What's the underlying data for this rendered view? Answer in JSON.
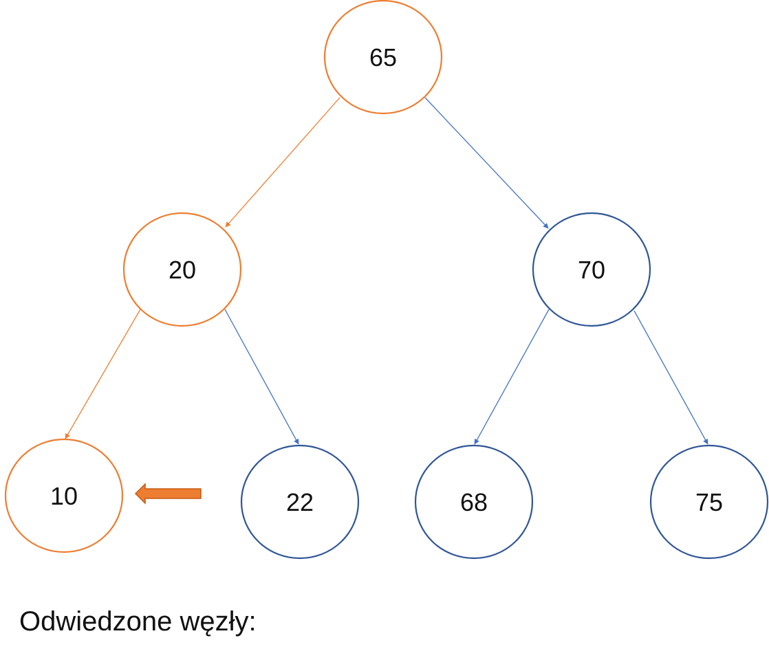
{
  "diagram": {
    "type": "binary-tree",
    "nodes": [
      {
        "id": "n65",
        "label": "65",
        "state": "visited"
      },
      {
        "id": "n20",
        "label": "20",
        "state": "visited"
      },
      {
        "id": "n70",
        "label": "70",
        "state": "unvisited"
      },
      {
        "id": "n10",
        "label": "10",
        "state": "visited"
      },
      {
        "id": "n22",
        "label": "22",
        "state": "unvisited"
      },
      {
        "id": "n68",
        "label": "68",
        "state": "unvisited"
      },
      {
        "id": "n75",
        "label": "75",
        "state": "unvisited"
      }
    ],
    "edges": [
      {
        "from": "n65",
        "to": "n20",
        "state": "visited"
      },
      {
        "from": "n65",
        "to": "n70",
        "state": "unvisited"
      },
      {
        "from": "n20",
        "to": "n10",
        "state": "visited"
      },
      {
        "from": "n20",
        "to": "n22",
        "state": "unvisited"
      },
      {
        "from": "n70",
        "to": "n68",
        "state": "unvisited"
      },
      {
        "from": "n70",
        "to": "n75",
        "state": "unvisited"
      }
    ],
    "current_node": "n10",
    "colors": {
      "visited": "#ED7D31",
      "unvisited_node": "#2F5597",
      "unvisited_edge": "#4472C4",
      "pointer_fill": "#ED7D31",
      "pointer_stroke": "#C55A11",
      "text": "#111111"
    }
  },
  "caption": "Odwiedzone węzły:"
}
